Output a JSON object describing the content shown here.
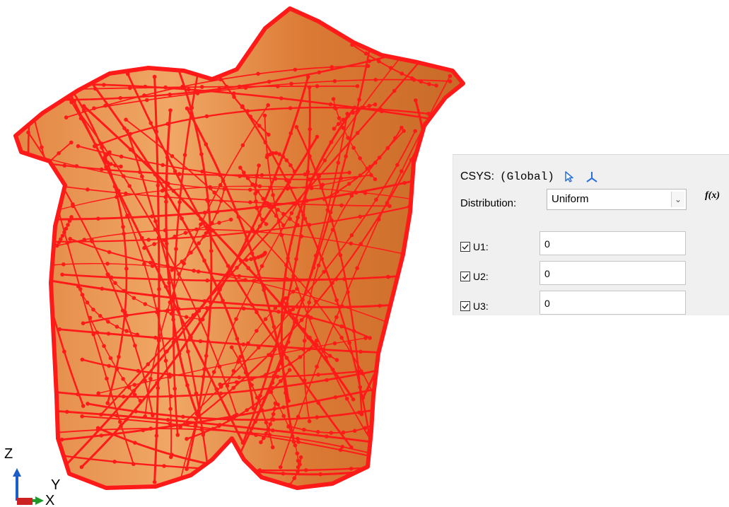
{
  "viewport": {
    "triad_axes": [
      "Z",
      "Y",
      "X"
    ],
    "colors": {
      "mesh": "#ff1a1a",
      "surface": "#d9772f",
      "surface_light": "#f09a55"
    }
  },
  "panel": {
    "csys_label": "CSYS:",
    "csys_value": "(Global)",
    "select_icon": "arrow-pointer-icon",
    "datum_icon": "datum-csys-icon",
    "distribution_label": "Distribution:",
    "distribution_value": "Uniform",
    "fx_label": "f(x)",
    "dofs": [
      {
        "label": "U1:",
        "checked": true,
        "value": "0"
      },
      {
        "label": "U2:",
        "checked": true,
        "value": "0"
      },
      {
        "label": "U3:",
        "checked": true,
        "value": "0"
      }
    ]
  }
}
